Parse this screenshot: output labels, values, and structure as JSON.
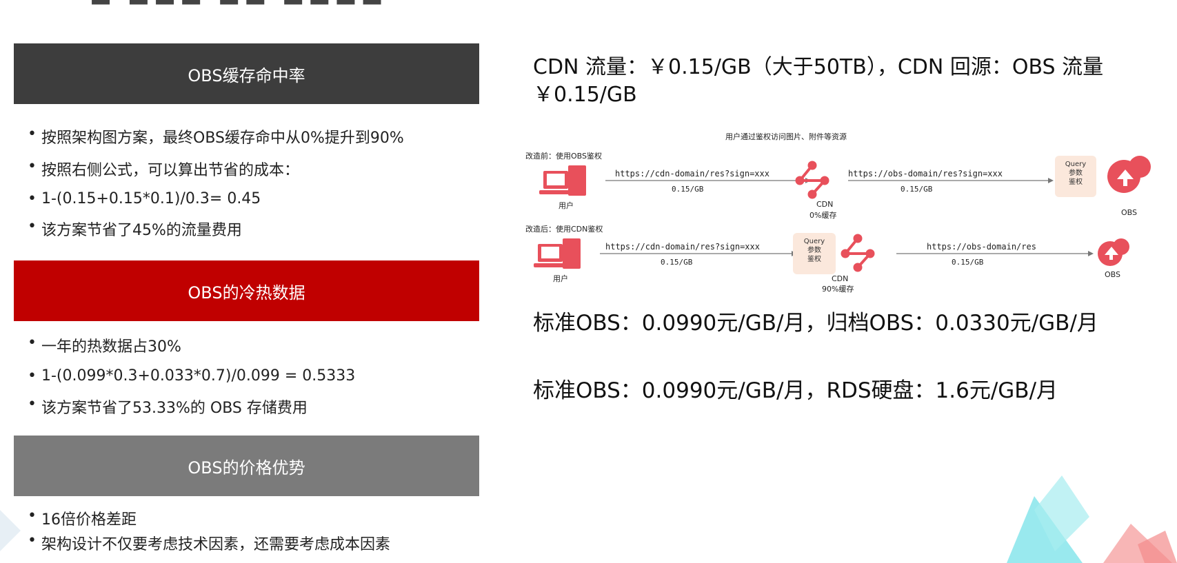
{
  "left": {
    "sections": [
      {
        "header": "OBS缓存命中率",
        "color": "#3d3d3d",
        "bullets": [
          "按照架构图方案，最终OBS缓存命中从0%提升到90%",
          "按照右侧公式，可以算出节省的成本：",
          "1-(0.15+0.15*0.1)/0.3=  0.45",
          "该方案节省了45%的流量费用"
        ]
      },
      {
        "header": "OBS的冷热数据",
        "color": "#c00000",
        "bullets": [
          "一年的热数据占30%",
          "1-(0.099*0.3+0.033*0.7)/0.099 = 0.5333",
          "该方案节省了53.33%的 OBS 存储费用"
        ]
      },
      {
        "header": "OBS的价格优势",
        "color": "#7b7b7b",
        "bullets": [
          "16倍价格差距",
          "架构设计不仅要考虑技术因素，还需要考虑成本因素"
        ]
      }
    ]
  },
  "right": {
    "line1": "CDN 流量：￥0.15/GB（大于50TB），CDN 回源：OBS 流量",
    "line2": "￥0.15/GB",
    "pricing1": "标准OBS：0.0990元/GB/月，归档OBS：0.0330元/GB/月",
    "pricing2": "标准OBS：0.0990元/GB/月，RDS硬盘：1.6元/GB/月"
  },
  "diagram": {
    "title": "用户通过鉴权访问图片、附件等资源",
    "before": {
      "label": "改造前：使用OBS鉴权",
      "url1": "https://cdn-domain/res?sign=xxx",
      "price1": "0.15/GB",
      "url2": "https://obs-domain/res?sign=xxx",
      "price2": "0.15/GB",
      "user": "用户",
      "cdn": "CDN",
      "cache": "0%缓存",
      "obs": "OBS",
      "query": "Query",
      "param": "参数",
      "auth": "鉴权"
    },
    "after": {
      "label": "改造后：使用CDN鉴权",
      "url1": "https://cdn-domain/res?sign=xxx",
      "price1": "0.15/GB",
      "url2": "https://obs-domain/res",
      "price2": "0.15/GB",
      "user": "用户",
      "cdn": "CDN",
      "cache": "90%缓存",
      "obs": "OBS",
      "query": "Query",
      "param": "参数",
      "auth": "鉴权"
    },
    "accent": "#e8505b"
  }
}
